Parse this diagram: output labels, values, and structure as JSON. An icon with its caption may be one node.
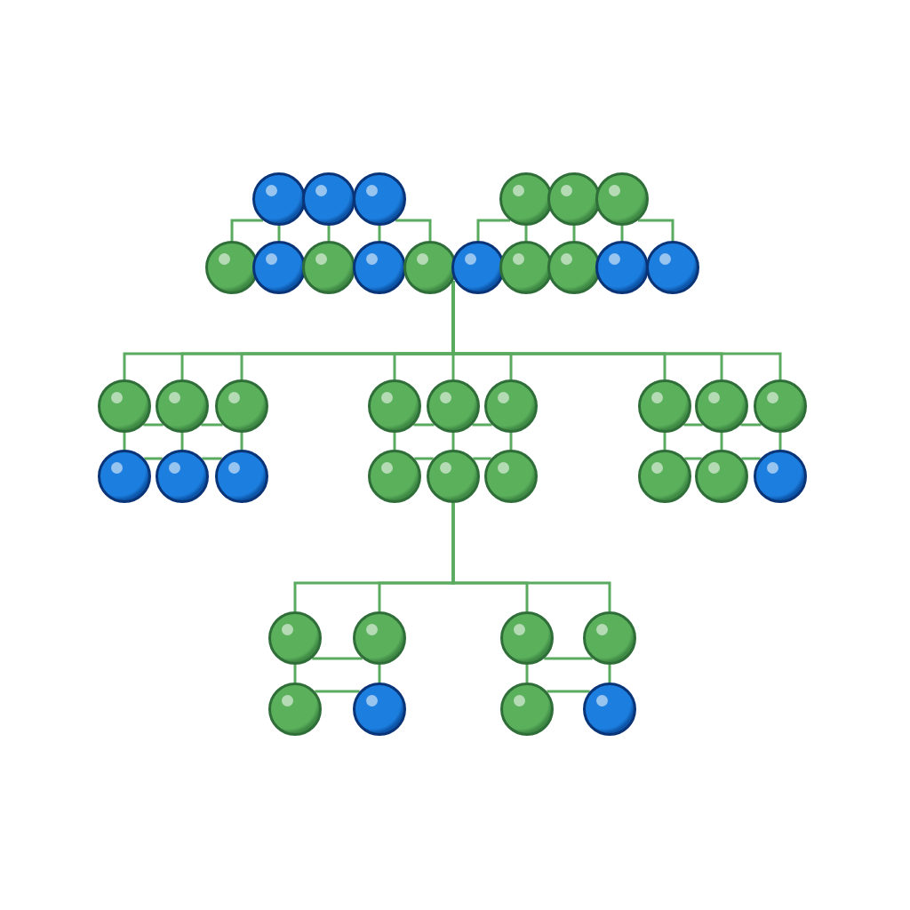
{
  "diagram": {
    "nodes": [
      {
        "text": [],
        "shape": "circle"
      },
      {
        "text": [],
        "shape": "circle"
      },
      {
        "text": [],
        "shape": "circle"
      },
      {
        "text": [],
        "shape": "circle"
      },
      {
        "text": [],
        "shape": "circle"
      },
      {
        "text": [],
        "shape": "circle"
      },
      {
        "text": [],
        "shape": "circle"
      },
      {
        "text": [],
        "shape": "circle"
      },
      {
        "text": [],
        "shape": "circle"
      },
      {
        "text": [],
        "shape": "circle"
      },
      {
        "text": [],
        "shape": "circle"
      },
      {
        "text": [],
        "shape": "circle"
      },
      {
        "text": [],
        "shape": "circle"
      },
      {
        "text": [],
        "shape": "circle"
      },
      {
        "text": [],
        "shape": "circle"
      },
      {
        "text": [],
        "shape": "circle"
      },
      {
        "text": [],
        "shape": "circle"
      },
      {
        "text": [],
        "shape": "circle"
      },
      {
        "text": [],
        "shape": "circle"
      },
      {
        "text": [],
        "shape": "circle"
      },
      {
        "text": [],
        "shape": "circle"
      },
      {
        "text": [],
        "shape": "circle"
      },
      {
        "text": [],
        "shape": "circle"
      },
      {
        "text": [],
        "shape": "circle"
      },
      {
        "text": [],
        "shape": "circle"
      },
      {
        "text": [],
        "shape": "circle"
      },
      {
        "text": [],
        "shape": "circle"
      },
      {
        "text": [],
        "shape": "circle"
      },
      {
        "text": [],
        "shape": "circle"
      },
      {
        "text": [],
        "shape": "circle"
      },
      {
        "text": [],
        "shape": "circle"
      },
      {
        "text": [],
        "shape": "circle"
      },
      {
        "text": [],
        "shape": "circle"
      },
      {
        "text": [],
        "shape": "circle"
      },
      {
        "text": [],
        "shape": "circle"
      },
      {
        "text": [],
        "shape": "circle"
      },
      {
        "text": [],
        "shape": "circle"
      },
      {
        "text": [],
        "shape": "circle"
      },
      {
        "text": [],
        "shape": "circle"
      },
      {
        "text": [],
        "shape": "circle"
      },
      {
        "text": [],
        "shape": "circle"
      },
      {
        "text": [],
        "shape": "circle"
      }
    ],
    "edges": [
      {
        "from": 0,
        "to": 6,
        "arrow": "none"
      },
      {
        "from": 0,
        "to": 7,
        "arrow": "none"
      },
      {
        "from": 1,
        "to": 8,
        "arrow": "none"
      },
      {
        "from": 2,
        "to": 9,
        "arrow": "none"
      },
      {
        "from": 2,
        "to": 10,
        "arrow": "none"
      },
      {
        "from": 3,
        "to": 11,
        "arrow": "none"
      },
      {
        "from": 3,
        "to": 12,
        "arrow": "none"
      },
      {
        "from": 4,
        "to": 13,
        "arrow": "none"
      },
      {
        "from": 5,
        "to": 14,
        "arrow": "none"
      },
      {
        "from": 5,
        "to": 15,
        "arrow": "none"
      },
      {
        "from": 10,
        "to": 16,
        "arrow": "none"
      },
      {
        "from": 10,
        "to": 17,
        "arrow": "none"
      },
      {
        "from": 10,
        "to": 18,
        "arrow": "none"
      },
      {
        "from": 10,
        "to": 19,
        "arrow": "none"
      },
      {
        "from": 10,
        "to": 20,
        "arrow": "none"
      },
      {
        "from": 10,
        "to": 21,
        "arrow": "none"
      },
      {
        "from": 10,
        "to": 22,
        "arrow": "none"
      },
      {
        "from": 10,
        "to": 23,
        "arrow": "none"
      },
      {
        "from": 10,
        "to": 24,
        "arrow": "none"
      },
      {
        "from": 16,
        "to": 25,
        "arrow": "none"
      },
      {
        "from": 17,
        "to": 26,
        "arrow": "none"
      },
      {
        "from": 18,
        "to": 27,
        "arrow": "none"
      },
      {
        "from": 19,
        "to": 28,
        "arrow": "none"
      },
      {
        "from": 20,
        "to": 29,
        "arrow": "none"
      },
      {
        "from": 21,
        "to": 30,
        "arrow": "none"
      },
      {
        "from": 22,
        "to": 31,
        "arrow": "none"
      },
      {
        "from": 23,
        "to": 32,
        "arrow": "none"
      },
      {
        "from": 24,
        "to": 33,
        "arrow": "none"
      },
      {
        "from": 16,
        "to": 17,
        "arrow": "none"
      },
      {
        "from": 17,
        "to": 18,
        "arrow": "none"
      },
      {
        "from": 19,
        "to": 20,
        "arrow": "none"
      },
      {
        "from": 20,
        "to": 21,
        "arrow": "none"
      },
      {
        "from": 22,
        "to": 23,
        "arrow": "none"
      },
      {
        "from": 23,
        "to": 24,
        "arrow": "none"
      },
      {
        "from": 25,
        "to": 26,
        "arrow": "none"
      },
      {
        "from": 26,
        "to": 27,
        "arrow": "none"
      },
      {
        "from": 28,
        "to": 29,
        "arrow": "none"
      },
      {
        "from": 29,
        "to": 30,
        "arrow": "none"
      },
      {
        "from": 31,
        "to": 32,
        "arrow": "none"
      },
      {
        "from": 32,
        "to": 33,
        "arrow": "none"
      },
      {
        "from": 29,
        "to": 34,
        "arrow": "none"
      },
      {
        "from": 29,
        "to": 35,
        "arrow": "none"
      },
      {
        "from": 29,
        "to": 36,
        "arrow": "none"
      },
      {
        "from": 29,
        "to": 37,
        "arrow": "none"
      },
      {
        "from": 34,
        "to": 38,
        "arrow": "none"
      },
      {
        "from": 35,
        "to": 39,
        "arrow": "none"
      },
      {
        "from": 36,
        "to": 40,
        "arrow": "none"
      },
      {
        "from": 37,
        "to": 41,
        "arrow": "none"
      },
      {
        "from": 34,
        "to": 35,
        "arrow": "none"
      },
      {
        "from": 36,
        "to": 37,
        "arrow": "none"
      },
      {
        "from": 38,
        "to": 39,
        "arrow": "none"
      },
      {
        "from": 40,
        "to": 41,
        "arrow": "none"
      }
    ]
  }
}
